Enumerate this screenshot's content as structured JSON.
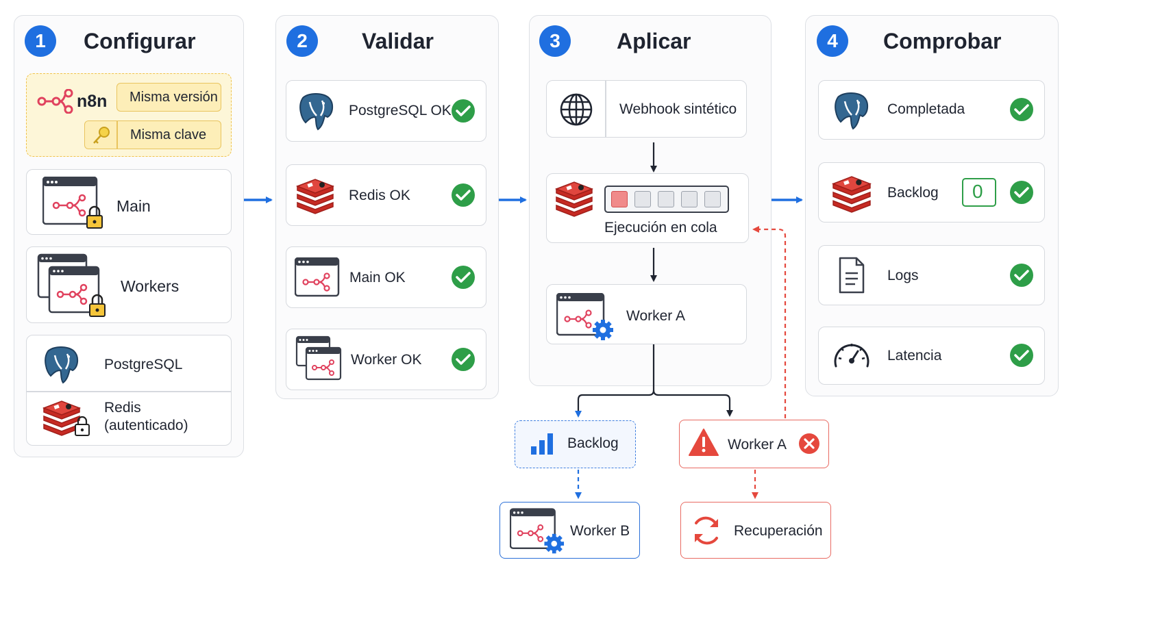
{
  "colors": {
    "accent_blue": "#1f6fe0",
    "check_green": "#2e9e48",
    "error_red": "#e5483d",
    "redis_red": "#d3302a",
    "postgres_blue": "#336791",
    "n8n_pink": "#e0425e",
    "key_yellow": "#fdf1c4"
  },
  "steps": [
    {
      "number": "1",
      "title": "Configurar"
    },
    {
      "number": "2",
      "title": "Validar"
    },
    {
      "number": "3",
      "title": "Aplicar"
    },
    {
      "number": "4",
      "title": "Comprobar"
    }
  ],
  "configurar": {
    "n8n_logo": "n8n",
    "same_version": "Misma versión",
    "same_key": "Misma clave",
    "main": "Main",
    "workers": "Workers",
    "postgres": "PostgreSQL",
    "redis_line1": "Redis",
    "redis_line2": "(autenticado)"
  },
  "validar": {
    "postgres_ok": "PostgreSQL OK",
    "redis_ok": "Redis OK",
    "main_ok": "Main OK",
    "worker_ok": "Worker OK"
  },
  "aplicar": {
    "webhook": "Webhook sintético",
    "queue": "Ejecución en cola",
    "worker_a": "Worker A",
    "backlog": "Backlog",
    "worker_a_failed": "Worker A",
    "worker_b": "Worker B",
    "recovery": "Recuperación"
  },
  "comprobar": {
    "completed": "Completada",
    "backlog": "Backlog",
    "backlog_count": "0",
    "logs": "Logs",
    "latency": "Latencia"
  }
}
